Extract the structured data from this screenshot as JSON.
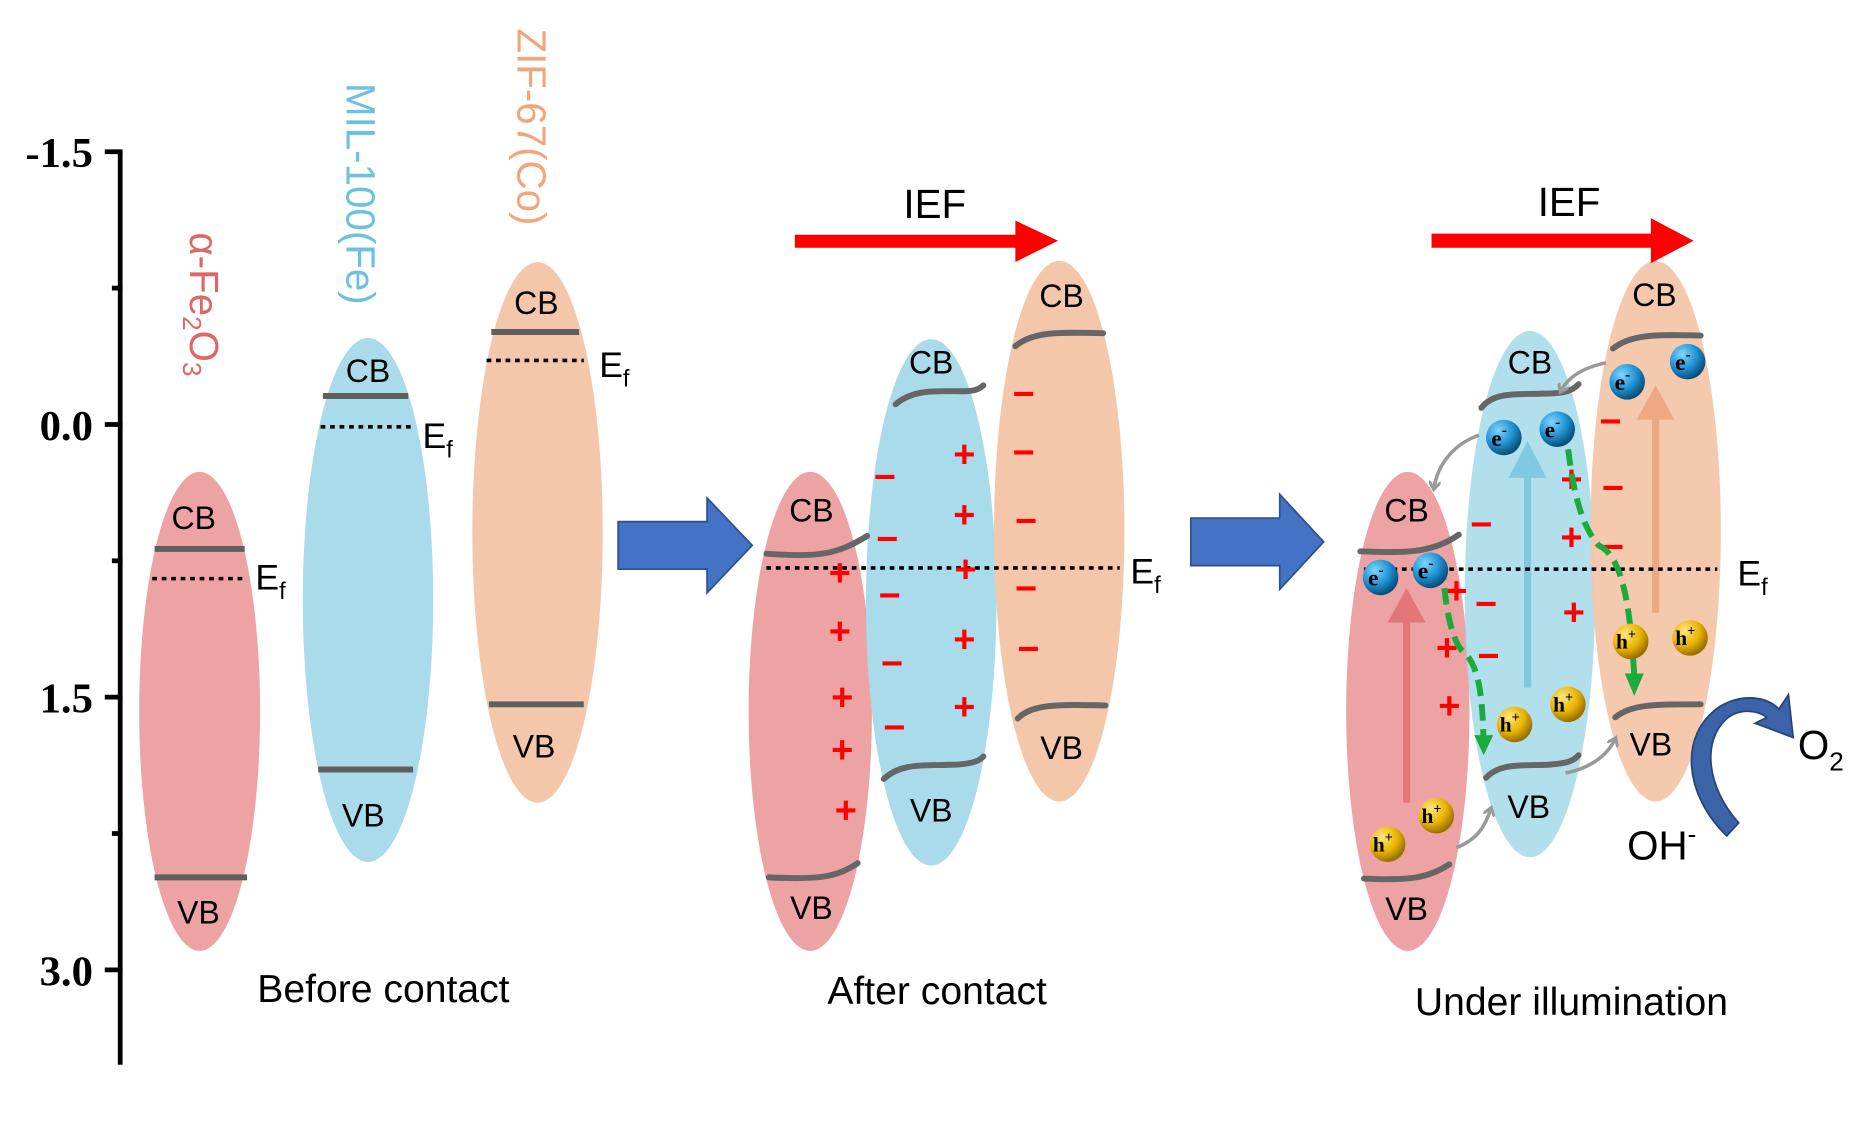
{
  "colors": {
    "fe2o3": "#eda3a3",
    "mil100": "#a9dbea",
    "zif67": "#f4c6aa",
    "fe2o3_text": "#e06666",
    "mil100_text": "#6cc0e0",
    "zif67_text": "#f0a57a",
    "ief_arrow": "#ff0000",
    "step_arrow": "#4472c4",
    "charge": "#ff0000",
    "transfer_path": "#1aab3c"
  },
  "axis": {
    "ticks": [
      "-1.5",
      "0.0",
      "1.5",
      "3.0"
    ]
  },
  "materials": {
    "fe2o3": {
      "name_prefix": "α-Fe",
      "sub1": "2",
      "mid": "O",
      "sub2": "3"
    },
    "mil100": {
      "name": "MIL-100(Fe)"
    },
    "zif67": {
      "name": "ZIF-67(Co)"
    }
  },
  "bands": {
    "cb": "CB",
    "vb": "VB",
    "ef_main": "E",
    "ef_sub": "f"
  },
  "panels": {
    "before": {
      "caption": "Before contact"
    },
    "after": {
      "caption": "After contact",
      "ief": "IEF"
    },
    "under": {
      "caption": "Under illumination",
      "ief": "IEF"
    }
  },
  "charges": {
    "plus": "+",
    "minus": "−",
    "electron": "e",
    "electron_sup": "-",
    "hole": "h",
    "hole_sup": "+"
  },
  "species": {
    "oh": "OH",
    "oh_sup": "-",
    "o2": "O",
    "o2_sub": "2"
  }
}
